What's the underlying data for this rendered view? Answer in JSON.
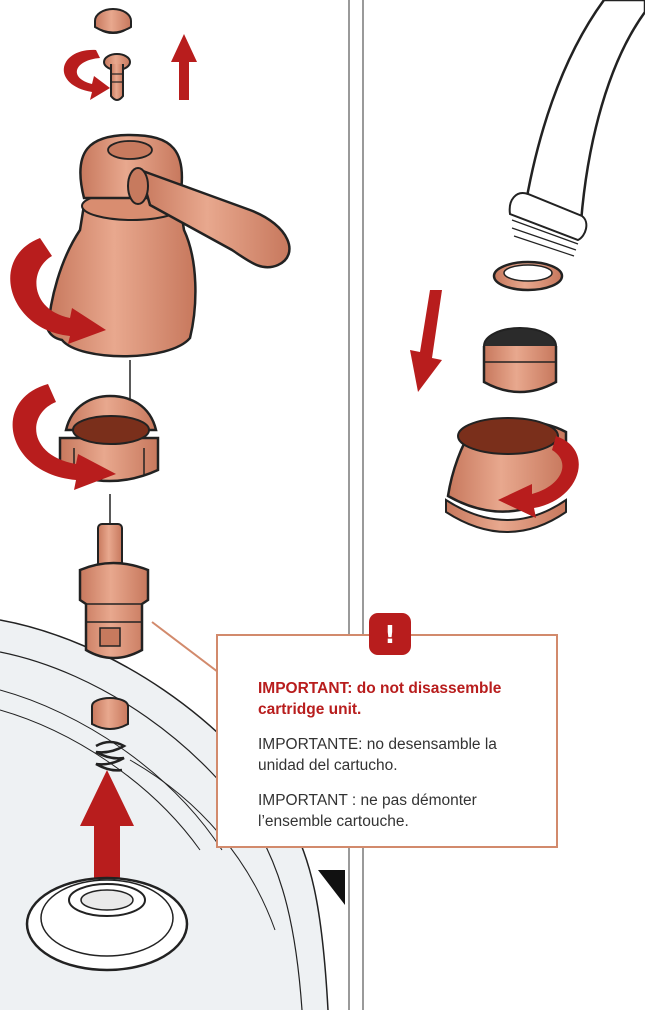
{
  "colors": {
    "warning_red": "#b81d1d",
    "copper": "#de9a80",
    "copper_dark": "#7a2f1b",
    "callout_border": "#d28a6c",
    "divider": "#9a9a9a",
    "outline": "#222222"
  },
  "warning_icon": "!",
  "callout": {
    "heading": "IMPORTANT: do not disassemble cartridge unit.",
    "spanish": "IMPORTANTE: no desensamble la unidad del cartucho.",
    "french": "IMPORTANT : ne pas démonter l’ensemble cartouche."
  }
}
